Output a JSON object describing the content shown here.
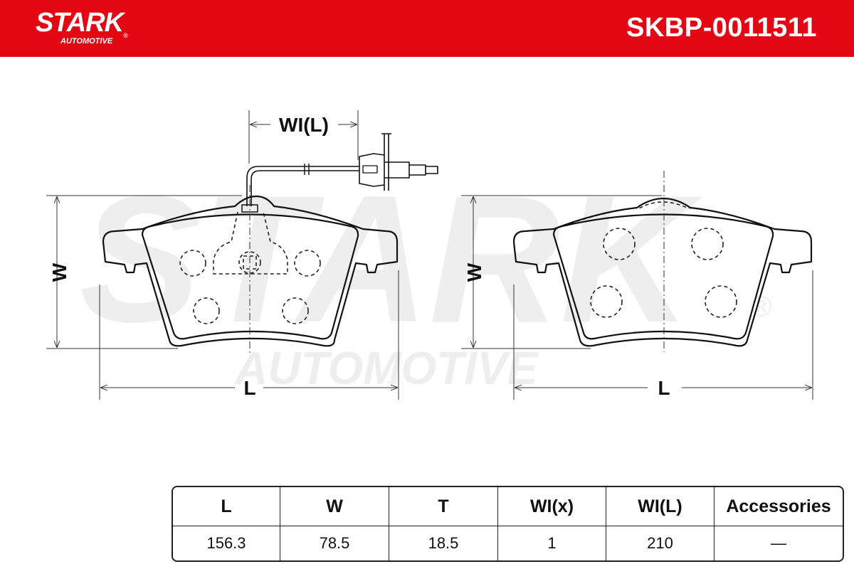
{
  "header": {
    "brand": "STARK",
    "brand_sub": "AUTOMOTIVE",
    "registered": "®",
    "part_number": "SKBP-0011511",
    "color": "#e30613"
  },
  "watermark": {
    "main": "STARK",
    "sub": "AUTOMOTIVE",
    "registered": "®"
  },
  "dimensions": {
    "wire_length_label": "WI(L)",
    "width_label_left": "W",
    "length_label_left": "L",
    "width_label_right": "W",
    "length_label_right": "L"
  },
  "table": {
    "headers": [
      "L",
      "W",
      "T",
      "WI(x)",
      "WI(L)",
      "Accessories"
    ],
    "values": [
      "156.3",
      "78.5",
      "18.5",
      "1",
      "210",
      "—"
    ]
  }
}
